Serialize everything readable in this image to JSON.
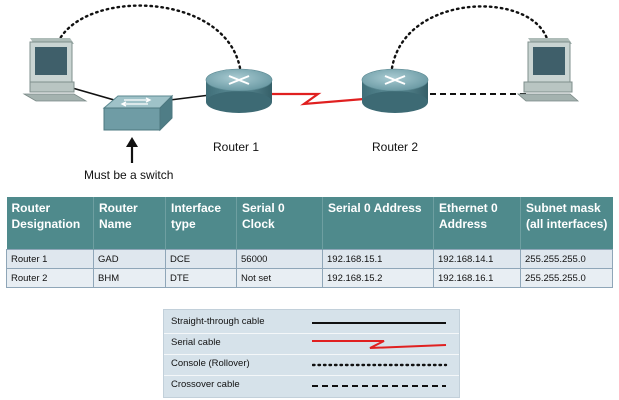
{
  "topology": {
    "router1_label": "Router 1",
    "router2_label": "Router 2",
    "switch_note": "Must be a switch"
  },
  "table": {
    "headers": [
      "Router Designation",
      "Router Name",
      "Interface type",
      "Serial 0 Clock",
      "Serial 0 Address",
      "Ethernet 0 Address",
      "Subnet mask (all interfaces)"
    ],
    "rows": [
      [
        "Router 1",
        "GAD",
        "DCE",
        "56000",
        "192.168.15.1",
        "192.168.14.1",
        "255.255.255.0"
      ],
      [
        "Router 2",
        "BHM",
        "DTE",
        "Not set",
        "192.168.15.2",
        "192.168.16.1",
        "255.255.255.0"
      ]
    ]
  },
  "legend": {
    "items": [
      {
        "label": "Straight-through cable",
        "style": "solid"
      },
      {
        "label": "Serial cable",
        "style": "serial"
      },
      {
        "label": "Console (Rollover)",
        "style": "dotted"
      },
      {
        "label": "Crossover cable",
        "style": "dashed"
      }
    ]
  },
  "colors": {
    "table_header": "#4f8a8c",
    "serial_cable": "#e02020",
    "router_body": "#5f8f99",
    "legend_bg": "#d6e2ea"
  }
}
